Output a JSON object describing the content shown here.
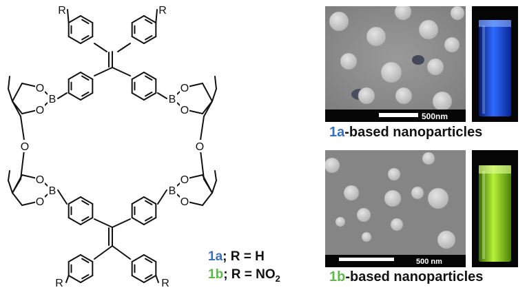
{
  "structure": {
    "r_label": "R",
    "boron_label": "B",
    "oxygen_label": "O"
  },
  "legend": {
    "line1": {
      "id": "1a",
      "text": "; R = H"
    },
    "line2": {
      "id": "1b",
      "text_pre": "; R = NO",
      "subscript": "2"
    }
  },
  "panels": {
    "top": {
      "scale_label": "500nm",
      "caption_id": "1a",
      "caption_text": "-based nanoparticles",
      "id_color": "#3a6fc0",
      "emission_color": "#1f5cff"
    },
    "bottom": {
      "scale_label": "500 nm",
      "caption_id": "1b",
      "caption_text": "-based nanoparticles",
      "id_color": "#5fb84a",
      "emission_color": "#9be02a"
    }
  },
  "colors": {
    "line": "#111111",
    "sem_background": "#8a8a8a",
    "particle": "#d6d6d6"
  }
}
